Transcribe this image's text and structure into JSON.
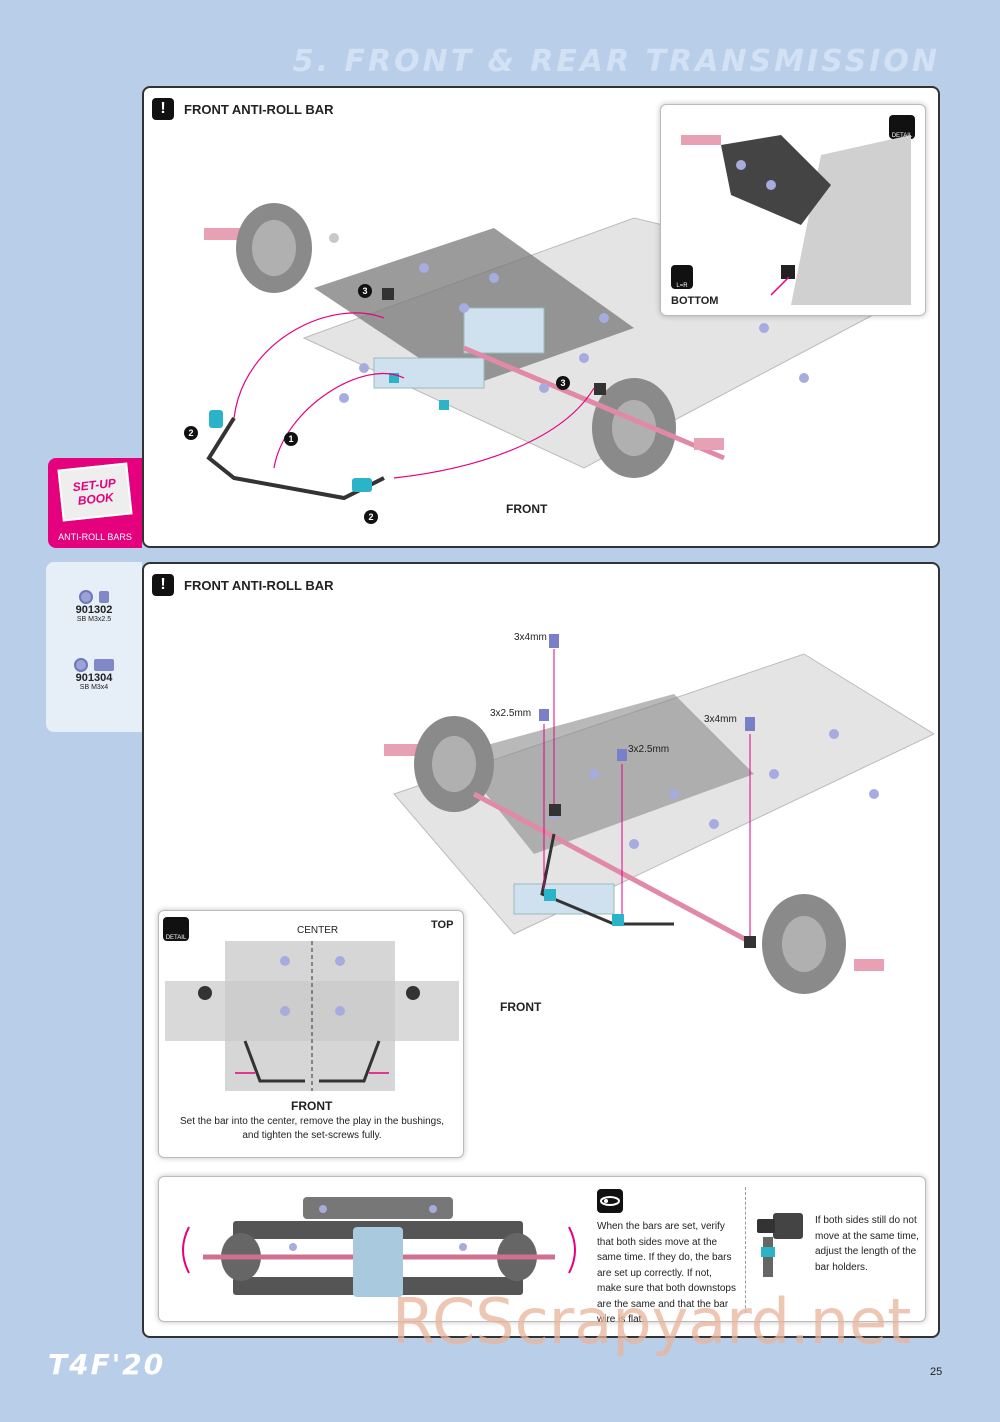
{
  "header": {
    "title": "5. FRONT & REAR TRANSMISSION"
  },
  "section1": {
    "title": "FRONT ANTI-ROLL BAR",
    "steps": [
      "1",
      "2",
      "2",
      "3",
      "3"
    ],
    "front_label": "FRONT",
    "detail": {
      "icon_label": "DETAIL",
      "lr_label": "L=R",
      "bottom_label": "BOTTOM"
    }
  },
  "setup_tab": {
    "book_text": "SET-UP BOOK",
    "label": "ANTI-ROLL BARS"
  },
  "parts": [
    {
      "code": "901302",
      "desc": "SB M3x2.5"
    },
    {
      "code": "901304",
      "desc": "SB M3x4"
    }
  ],
  "section2": {
    "title": "FRONT ANTI-ROLL BAR",
    "screws": [
      "3x4mm",
      "3x2.5mm",
      "3x2.5mm",
      "3x4mm"
    ],
    "front_label": "FRONT",
    "detail": {
      "icon_label": "DETAIL",
      "center_label": "CENTER",
      "top_label": "TOP",
      "front_label": "FRONT",
      "caption": "Set the bar into the center, remove the play in the bushings, and tighten the set-screws fully."
    },
    "tip": {
      "text1": "When the bars are set, verify that both sides move at the same time. If they do, the bars are set up correctly. If not, make sure that both downstops are the same and that the bar wire is flat.",
      "text2": "If both sides still do not move at the same time, adjust the length of the bar holders."
    }
  },
  "footer": {
    "logo": "T4F'20",
    "page": "25",
    "watermark": "RCScrapyard.net"
  },
  "colors": {
    "background": "#b9cfe9",
    "accent_pink": "#e5007e",
    "part_blue": "#8088c8"
  }
}
